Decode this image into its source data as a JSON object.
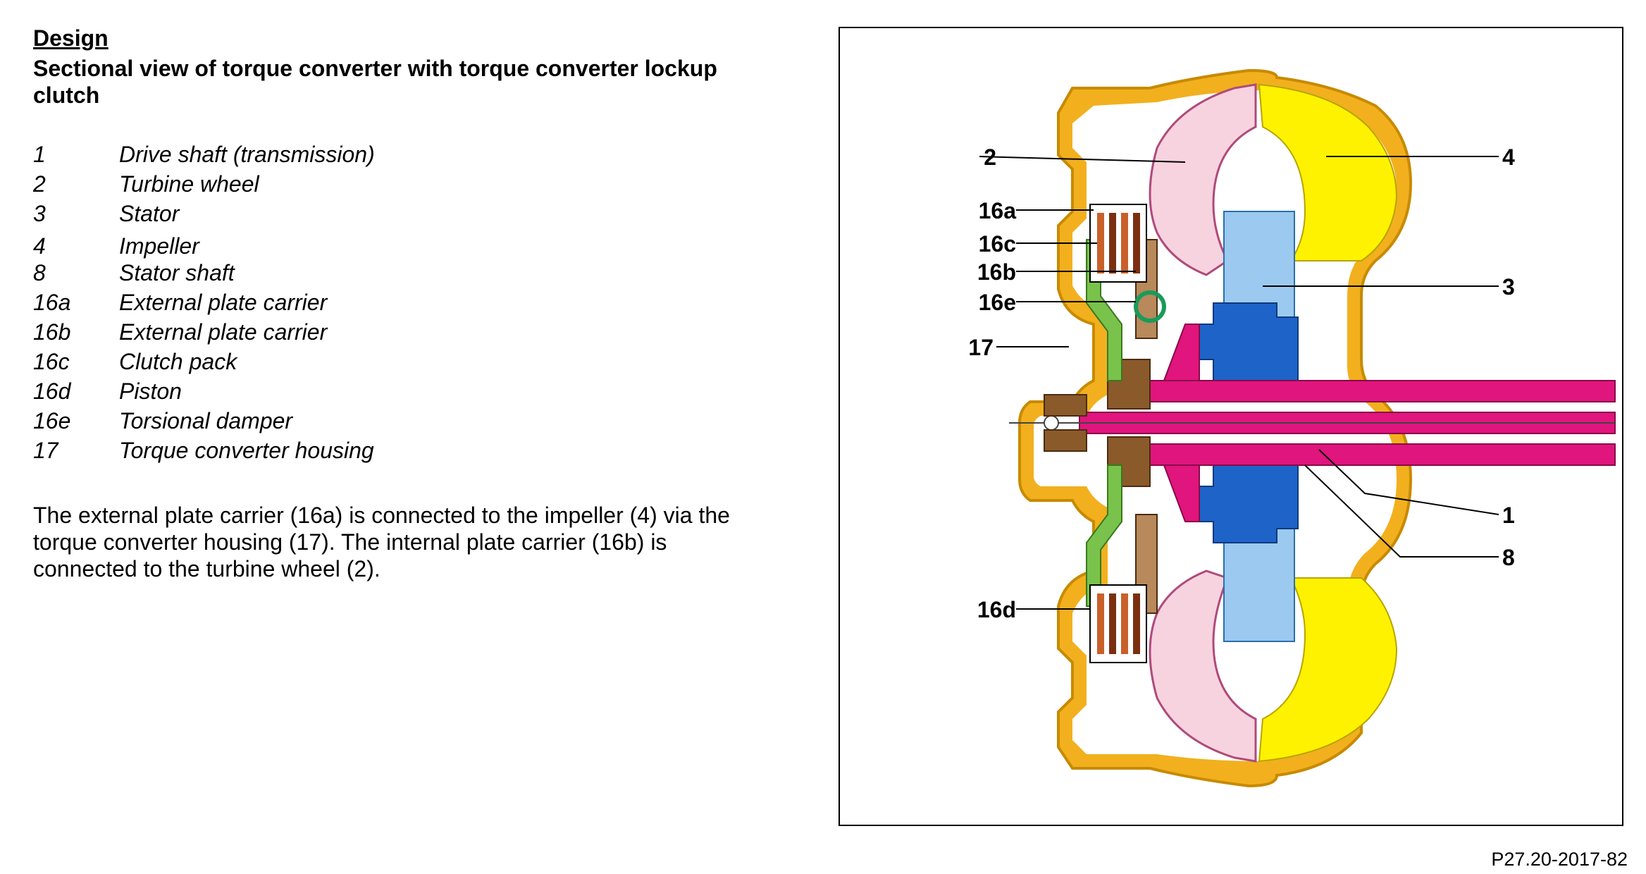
{
  "heading": "Design",
  "subtitle": "Sectional view of  torque converter with torque converter lockup clutch",
  "legend": [
    {
      "num": "1",
      "text": "Drive shaft (transmission)"
    },
    {
      "num": "2",
      "text": "Turbine wheel"
    },
    {
      "num": "3",
      "text": "Stator"
    },
    {
      "num": "4",
      "text": "Impeller"
    },
    {
      "num": "8",
      "text": "Stator shaft"
    },
    {
      "num": "16a",
      "text": "External plate carrier"
    },
    {
      "num": "16b",
      "text": "External plate carrier"
    },
    {
      "num": "16c",
      "text": "Clutch pack"
    },
    {
      "num": "16d",
      "text": "Piston"
    },
    {
      "num": "16e",
      "text": "Torsional damper"
    },
    {
      "num": "17",
      "text": "Torque converter housing"
    }
  ],
  "body_text": "The external plate carrier (16a) is connected to the impeller (4) via the torque converter housing (17). The internal plate carrier (16b) is connected to the turbine wheel (2).",
  "figure": {
    "callouts": {
      "c2": "2",
      "c4": "4",
      "c16a": "16a",
      "c16c": "16c",
      "c16b": "16b",
      "c16e": "16e",
      "c3": "3",
      "c17": "17",
      "c1": "1",
      "c8": "8",
      "c16d": "16d"
    },
    "colors": {
      "housing": "#f2b01e",
      "housing_stroke": "#c88a00",
      "turbine": "#f7d3df",
      "impeller": "#fff200",
      "stator": "#9cc9ef",
      "stator_hub": "#1e63c8",
      "shaft": "#e0157e",
      "piston": "#79c24c",
      "damper_ring": "#1a9a5a",
      "hub": "#8a5a2b",
      "clutch_pack": "#c8602a"
    },
    "icons": [
      "torque-converter-section-drawing"
    ]
  },
  "reference_code": "P27.20-2017-82"
}
